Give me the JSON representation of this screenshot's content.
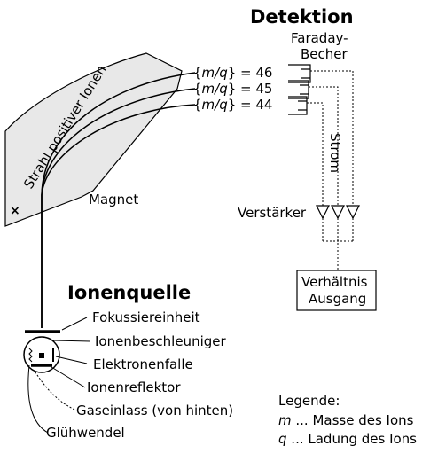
{
  "detection": {
    "title": "Detektion",
    "faraday_line1": "Faraday-",
    "faraday_line2": "Becher",
    "mq_prefix": "{",
    "mq_var": "m/q",
    "mq_suffix": "} = ",
    "mq_values": [
      "46",
      "45",
      "44"
    ],
    "current_label": "Strom",
    "amplifier_label": "Verstärker",
    "output_line1": "Verhältnis",
    "output_line2": "Ausgang"
  },
  "magnet": {
    "beam_label": "Strahl positiver Ionen",
    "magnet_label": "Magnet",
    "cross_symbol": "×"
  },
  "source": {
    "title": "Ionenquelle",
    "parts": [
      "Fokussiereinheit",
      "Ionenbeschleuniger",
      "Elektronenfalle",
      "Ionenreflektor",
      "Gaseinlass (von hinten)",
      "Glühwendel"
    ]
  },
  "legend": {
    "title": "Legende:",
    "m_symbol": "m",
    "m_text": " ... Masse des Ions",
    "q_symbol": "q",
    "q_text": " ... Ladung des Ions"
  },
  "colors": {
    "magnet_fill": "#e8e8e8",
    "stroke": "#000000"
  }
}
